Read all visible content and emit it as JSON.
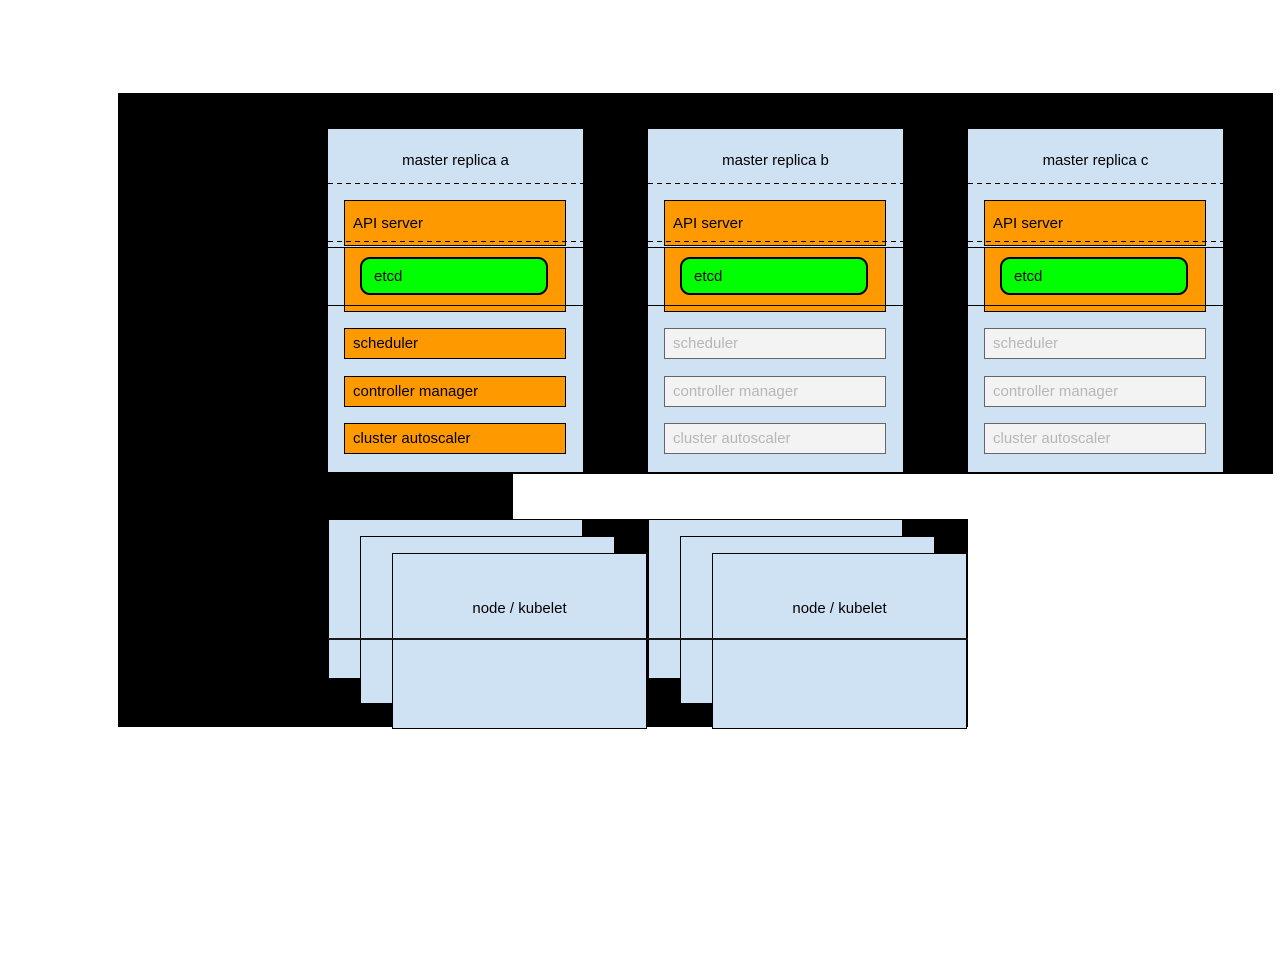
{
  "masters": [
    {
      "title": "master replica a",
      "active": true,
      "api_server": "API server",
      "etcd": "etcd",
      "scheduler": "scheduler",
      "controller_manager": "controller manager",
      "cluster_autoscaler": "cluster autoscaler"
    },
    {
      "title": "master replica b",
      "active": false,
      "api_server": "API server",
      "etcd": "etcd",
      "scheduler": "scheduler",
      "controller_manager": "controller manager",
      "cluster_autoscaler": "cluster autoscaler"
    },
    {
      "title": "master replica c",
      "active": false,
      "api_server": "API server",
      "etcd": "etcd",
      "scheduler": "scheduler",
      "controller_manager": "controller manager",
      "cluster_autoscaler": "cluster autoscaler"
    }
  ],
  "nodes": [
    {
      "label": "node / kubelet"
    },
    {
      "label": "node / kubelet"
    }
  ],
  "colors": {
    "background": "#000000",
    "box_fill": "#cfe2f3",
    "active_component": "#ff9900",
    "etcd_fill": "#00ff00",
    "inactive_fill": "#f3f3f3",
    "inactive_border": "#666666",
    "inactive_text": "#b7b7b7"
  }
}
